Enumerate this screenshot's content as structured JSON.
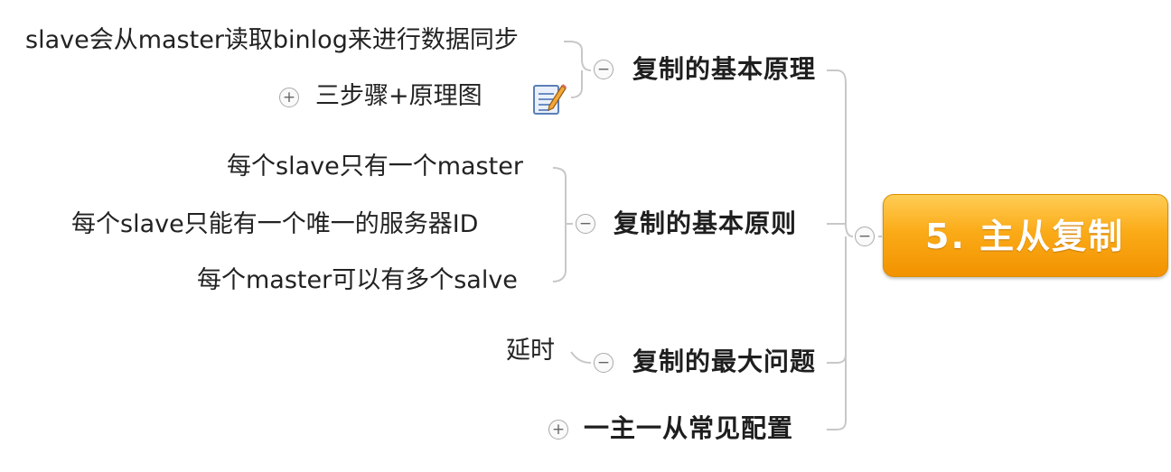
{
  "central": {
    "title": "5. 主从复制",
    "collapse_symbol": "−"
  },
  "branches": [
    {
      "label": "复制的基本原理",
      "toggle": "−",
      "children": [
        {
          "text": "slave会从master读取binlog来进行数据同步"
        },
        {
          "text": "三步骤+原理图",
          "toggle": "+",
          "icon": "notes-icon"
        }
      ]
    },
    {
      "label": "复制的基本原则",
      "toggle": "−",
      "children": [
        {
          "text": "每个slave只有一个master"
        },
        {
          "text": "每个slave只能有一个唯一的服务器ID"
        },
        {
          "text": "每个master可以有多个salve"
        }
      ]
    },
    {
      "label": "复制的最大问题",
      "toggle": "−",
      "children": [
        {
          "text": "延时"
        }
      ]
    },
    {
      "label": "一主一从常见配置",
      "toggle": "+",
      "children": []
    }
  ],
  "colors": {
    "central_top": "#ffcd55",
    "central_bottom": "#f29200",
    "connector": "#c8c8c8"
  }
}
